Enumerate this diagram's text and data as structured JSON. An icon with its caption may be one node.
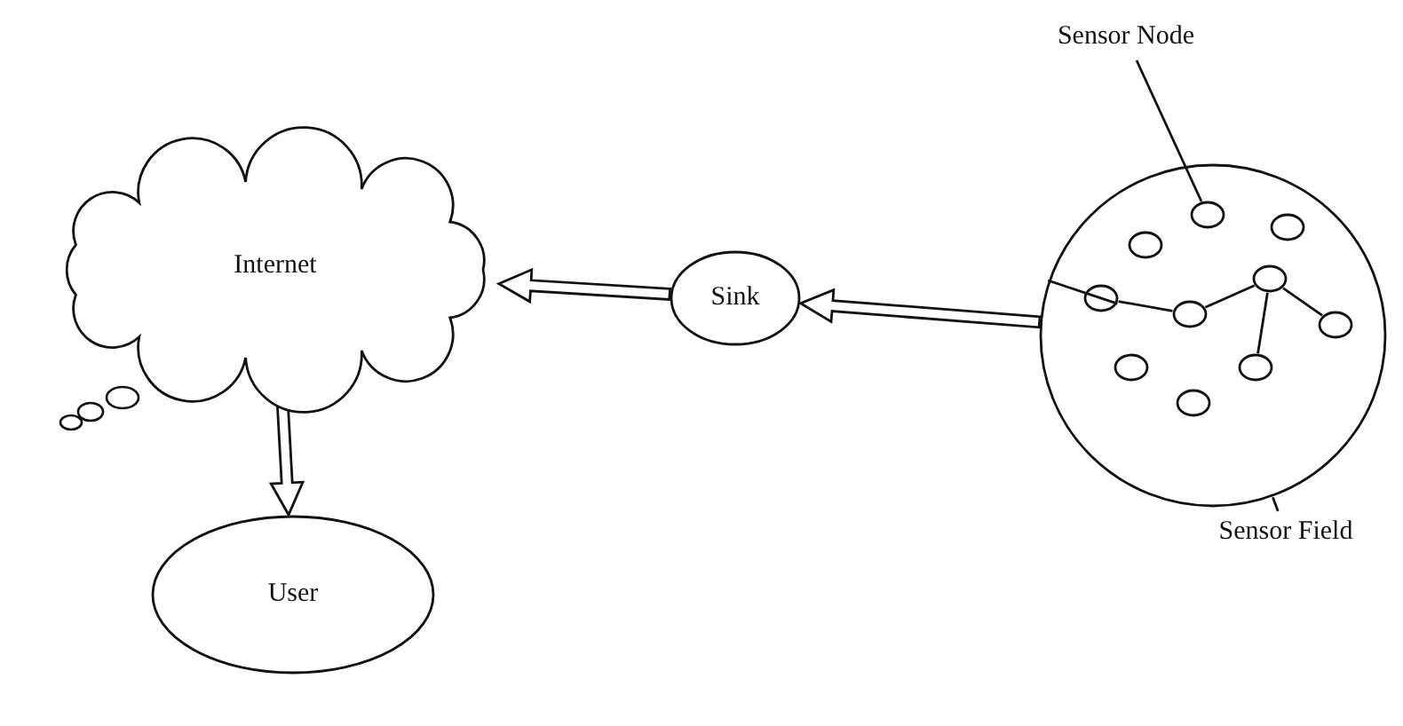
{
  "diagram": {
    "nodes": [
      {
        "text": [
          "Internet"
        ]
      },
      {
        "text": [
          "Sink"
        ]
      },
      {
        "text": [
          "User"
        ]
      },
      {
        "text": [
          "Sensor Node"
        ]
      },
      {
        "text": [],
        "shape": "circle"
      },
      {
        "text": [],
        "shape": "circle",
        "in": 4
      },
      {
        "text": [],
        "shape": "circle",
        "in": 4
      },
      {
        "text": [],
        "shape": "circle",
        "in": 4
      },
      {
        "text": [],
        "shape": "circle",
        "in": 4
      },
      {
        "text": [],
        "shape": "circle",
        "in": 4
      },
      {
        "text": [],
        "shape": "circle",
        "in": 4
      },
      {
        "text": [],
        "shape": "circle",
        "in": 4
      },
      {
        "text": [],
        "shape": "circle",
        "in": 4
      },
      {
        "text": [],
        "shape": "circle",
        "in": 4
      },
      {
        "text": [],
        "shape": "circle",
        "in": 4
      },
      {
        "text": [
          "Sensor Field"
        ]
      }
    ],
    "edges": [
      {
        "from": 4,
        "to": 1,
        "arrow": "to"
      },
      {
        "from": 1,
        "to": 0,
        "arrow": "to"
      },
      {
        "from": 0,
        "to": 2,
        "arrow": "to"
      },
      {
        "from": 3,
        "to": 5,
        "arrow": "none"
      },
      {
        "from": 15,
        "to": 4,
        "arrow": "none"
      },
      {
        "from": 4,
        "to": 8,
        "arrow": "none"
      },
      {
        "from": 8,
        "to": 10,
        "arrow": "none"
      },
      {
        "from": 10,
        "to": 9,
        "arrow": "none"
      },
      {
        "from": 9,
        "to": 11,
        "arrow": "none"
      },
      {
        "from": 9,
        "to": 13,
        "arrow": "none"
      }
    ]
  }
}
